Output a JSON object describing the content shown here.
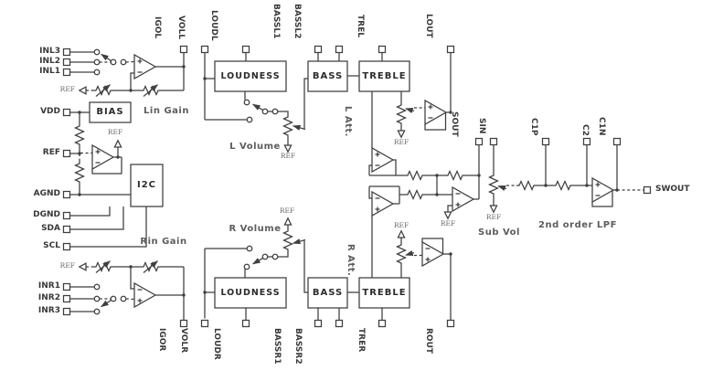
{
  "diagram": {
    "pins": {
      "inl3": "INL3",
      "inl2": "INL2",
      "inl1": "INL1",
      "vdd": "VDD",
      "ref": "REF",
      "agnd": "AGND",
      "dgnd": "DGND",
      "sda": "SDA",
      "scl": "SCL",
      "inr1": "INR1",
      "inr2": "INR2",
      "inr3": "INR3",
      "igol": "IGOL",
      "voll": "VOLL",
      "loudl": "LOUDL",
      "bassl1": "BASSL1",
      "bassl2": "BASSL2",
      "trel": "TREL",
      "lout": "LOUT",
      "sout": "SOUT",
      "sin": "SIN",
      "c1p": "C1P",
      "c2": "C2",
      "c1n": "C1N",
      "swout": "SWOUT",
      "igor": "IGOR",
      "volr": "VOLR",
      "loudr": "LOUDR",
      "bassr1": "BASSR1",
      "bassr2": "BASSR2",
      "trer": "TRER",
      "rout": "ROUT"
    },
    "blocks": {
      "bias": "BIAS",
      "i2c": "I2C",
      "loudness": "LOUDNESS",
      "bass": "BASS",
      "treble": "TREBLE"
    },
    "annotations": {
      "lin_gain": "Lin Gain",
      "rin_gain": "Rin Gain",
      "l_volume": "L Volume",
      "r_volume": "R Volume",
      "l_att": "L Att.",
      "r_att": "R Att.",
      "sub_vol": "Sub Vol",
      "lpf": "2nd order LPF",
      "ref": "REF"
    },
    "colors": {
      "line": "#3f3f3f",
      "box_fill": "#f4f4f4",
      "background": "#ffffff",
      "label": "#383838",
      "annotation": "#5d5d5d"
    }
  }
}
